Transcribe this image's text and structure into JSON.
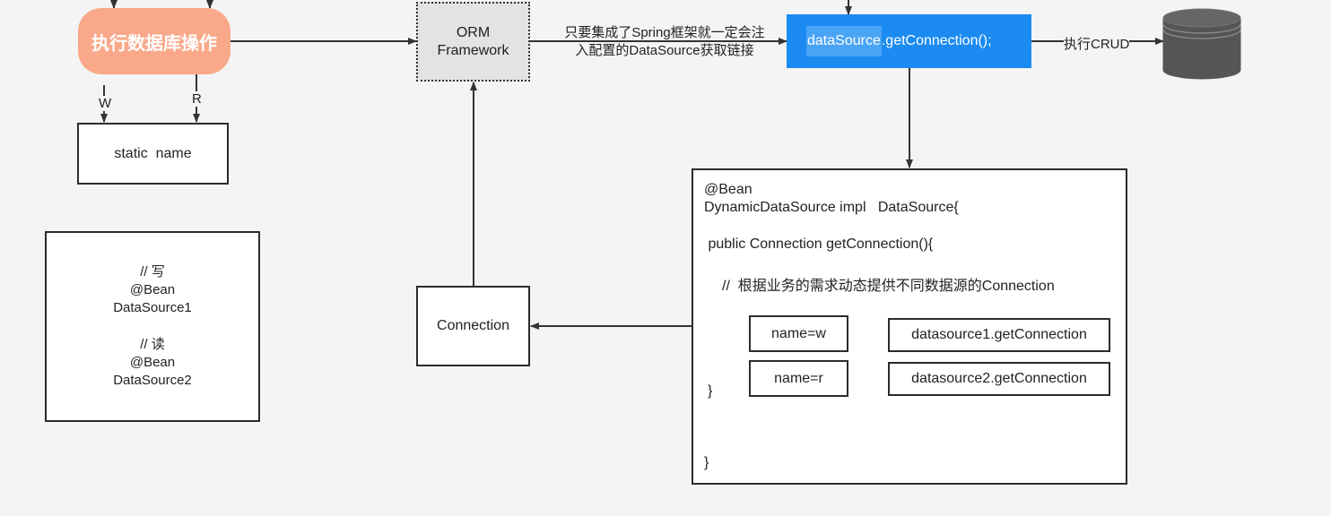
{
  "db_operation": {
    "label": "执行数据库操作"
  },
  "edge_labels": {
    "write": "W",
    "read": "R"
  },
  "static_name": {
    "label": "static  name"
  },
  "datasources": {
    "write_comment": "// 写",
    "write_bean": "@Bean",
    "write_name": "DataSource1",
    "read_comment": "// 读",
    "read_bean": "@Bean",
    "read_name": "DataSource2"
  },
  "orm": {
    "line1": "ORM",
    "line2": "Framework"
  },
  "orm_note": {
    "line1": "只要集成了Spring框架就一定会注",
    "line2": "入配置的DataSource获取链接"
  },
  "get_connection": {
    "highlight": "dataSource",
    "rest": ".getConnection();"
  },
  "crud_label": "执行CRUD",
  "database_icon": {
    "icon": "database-cylinder-icon",
    "color": "#555555"
  },
  "connection": {
    "label": "Connection"
  },
  "dynamic_ds": {
    "bean": "@Bean",
    "class_decl": "DynamicDataSource impl   DataSource{",
    "method_decl": " public Connection getConnection(){",
    "comment": "//  根据业务的需求动态提供不同数据源的Connection",
    "method_close": "}",
    "class_close": "}",
    "routes": [
      {
        "condition": "name=w",
        "target": "datasource1.getConnection"
      },
      {
        "condition": "name=r",
        "target": "datasource2.getConnection"
      }
    ]
  },
  "colors": {
    "db_operation_fill": "#f9a98a",
    "get_connection_fill": "#1b8bf2",
    "orm_fill": "#e3e3e3",
    "background": "#f4f4f4"
  }
}
